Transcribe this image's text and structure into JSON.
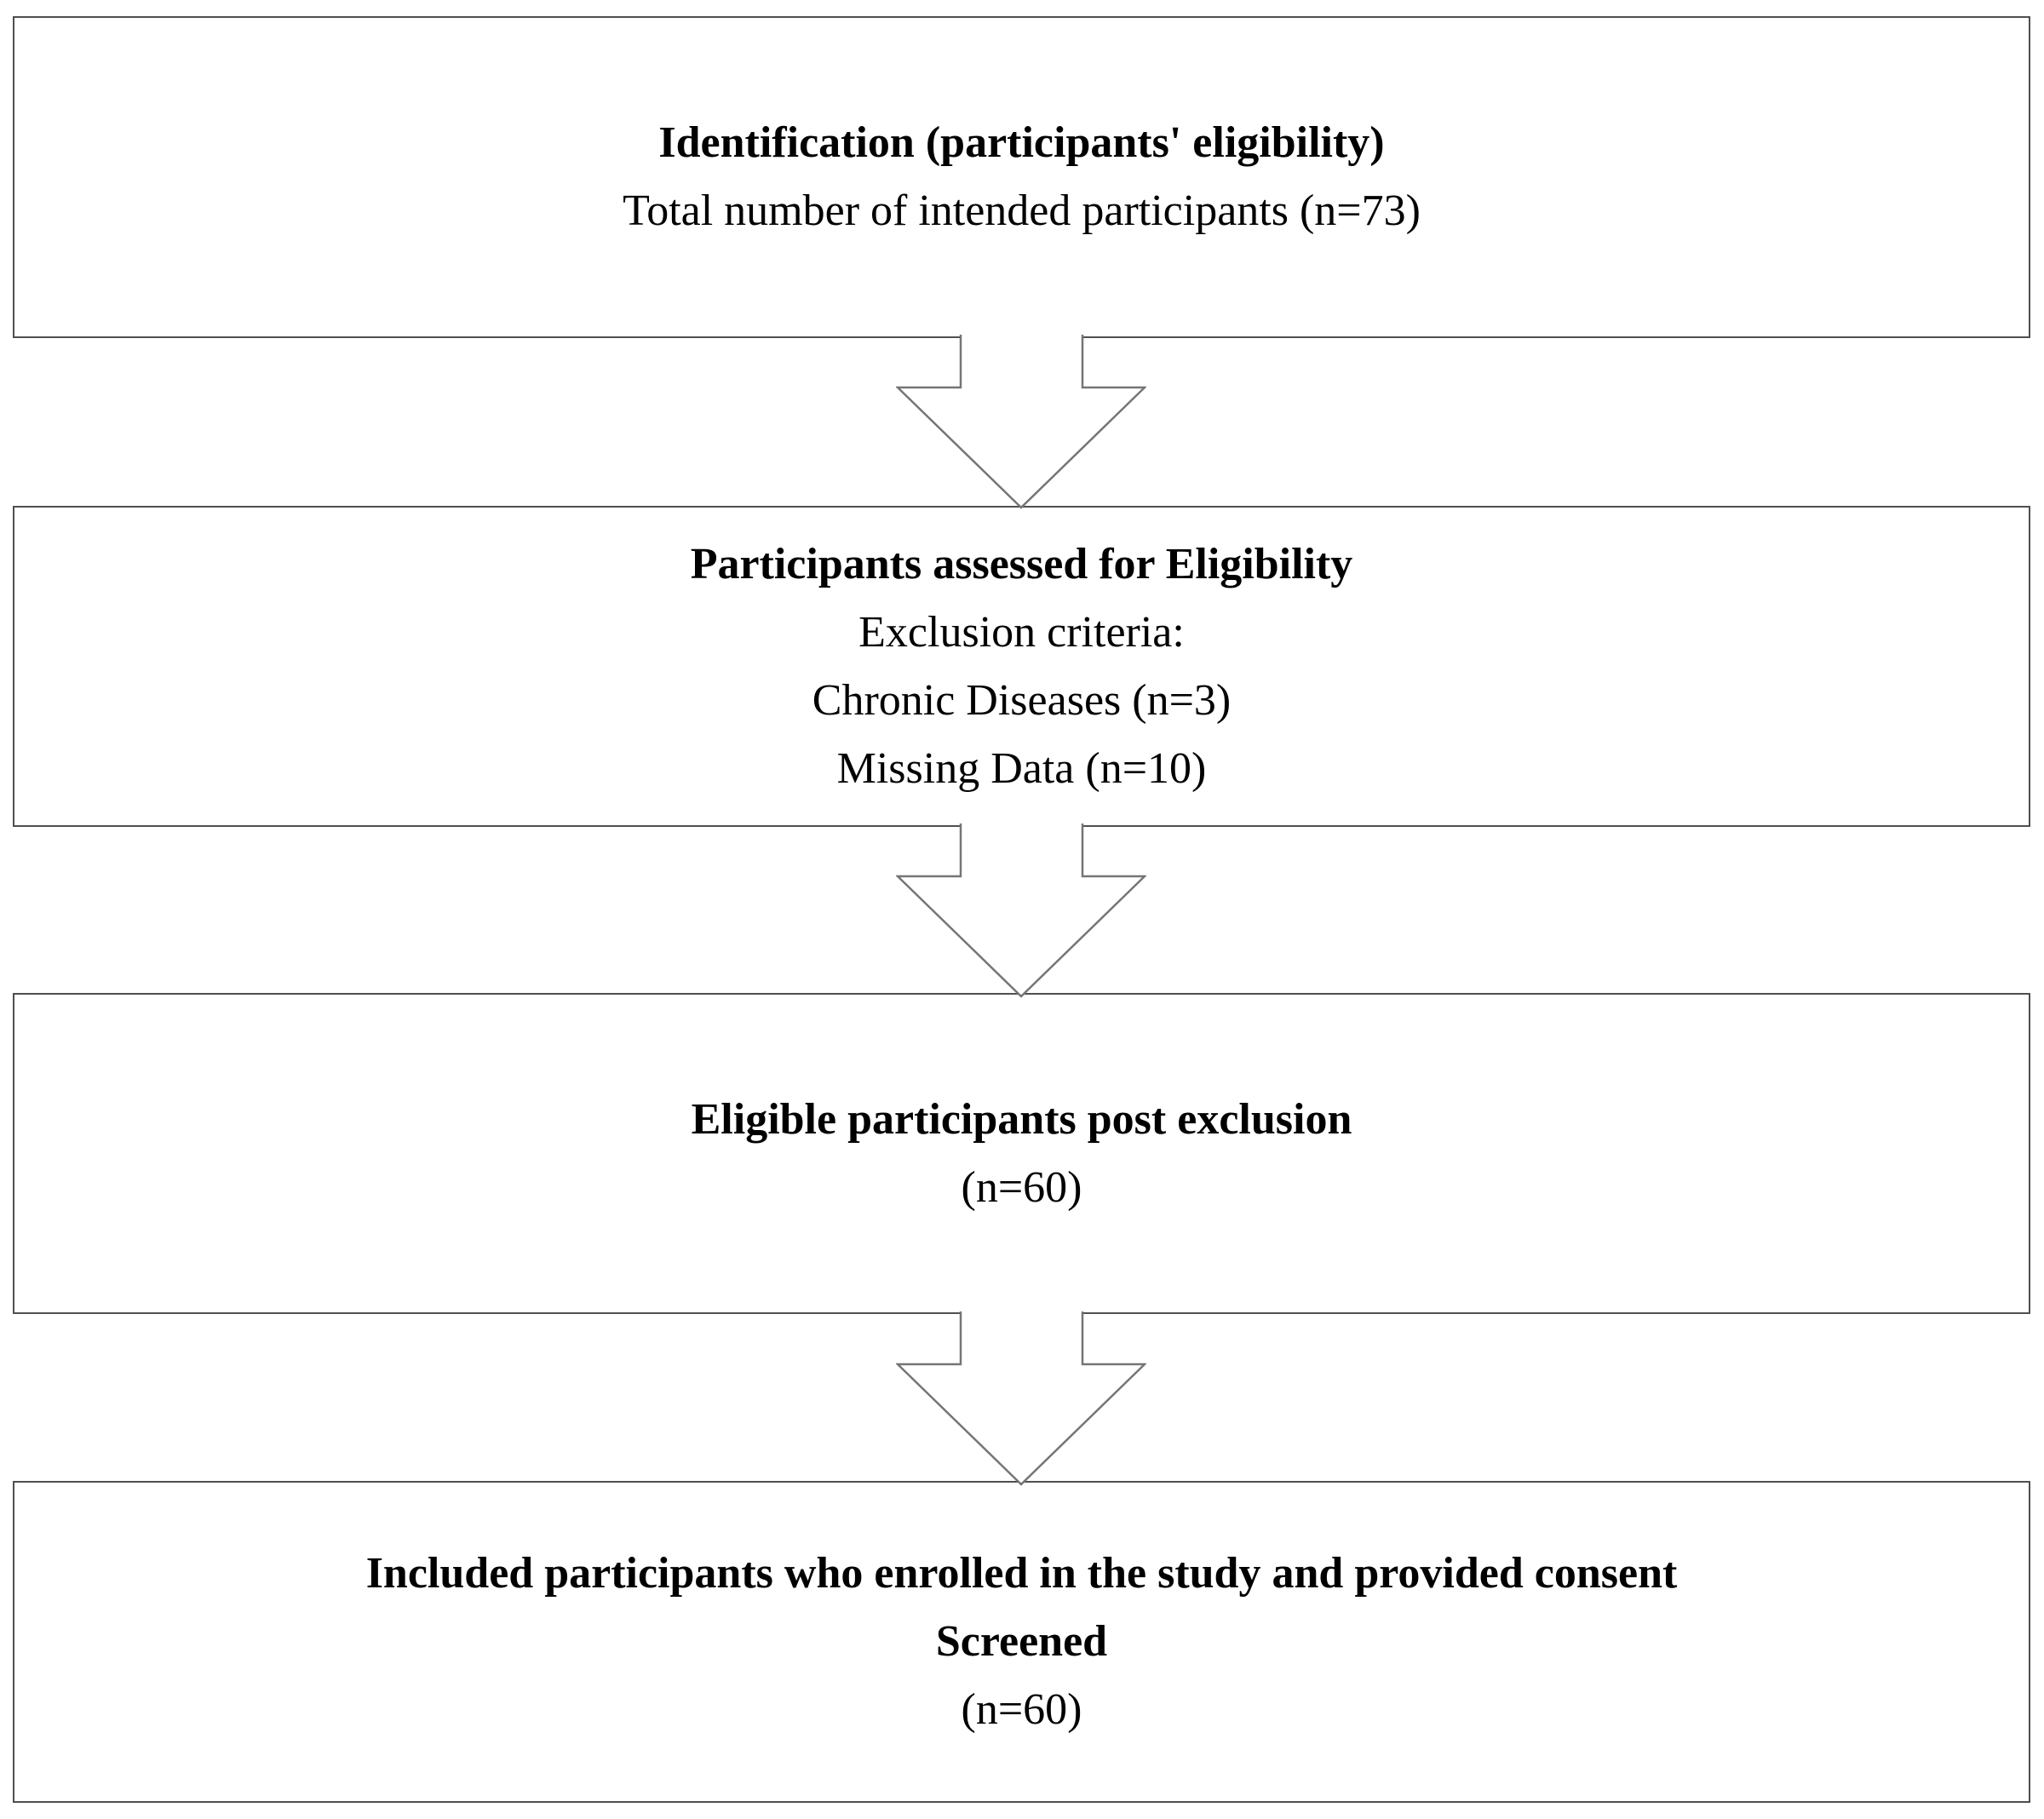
{
  "diagram": {
    "type": "flowchart",
    "direction": "top-down",
    "boxes": [
      {
        "id": "identification",
        "lines": [
          {
            "text": "Identification (participants' eligibility)",
            "bold": true
          },
          {
            "text": "Total number of intended participants (n=73)",
            "bold": false
          }
        ]
      },
      {
        "id": "eligibility-assessment",
        "lines": [
          {
            "text": "Participants assessed for Eligibility",
            "bold": true
          },
          {
            "text": "Exclusion criteria:",
            "bold": false
          },
          {
            "text": "Chronic Diseases (n=3)",
            "bold": false
          },
          {
            "text": "Missing Data (n=10)",
            "bold": false
          }
        ]
      },
      {
        "id": "post-exclusion",
        "lines": [
          {
            "text": "Eligible participants post exclusion",
            "bold": true
          },
          {
            "text": "(n=60)",
            "bold": false
          }
        ]
      },
      {
        "id": "included-enrolled",
        "lines": [
          {
            "text": "Included participants who enrolled in the study and provided consent",
            "bold": true
          },
          {
            "text": "Screened",
            "bold": true
          },
          {
            "text": "(n=60)",
            "bold": false
          }
        ]
      }
    ],
    "arrows": [
      {
        "from": "identification",
        "to": "eligibility-assessment",
        "direction": "down"
      },
      {
        "from": "eligibility-assessment",
        "to": "post-exclusion",
        "direction": "down"
      },
      {
        "from": "post-exclusion",
        "to": "included-enrolled",
        "direction": "down"
      }
    ],
    "counts": {
      "intended_participants": 73,
      "excluded_chronic_diseases": 3,
      "excluded_missing_data": 10,
      "eligible_post_exclusion": 60,
      "enrolled_screened": 60
    },
    "colors": {
      "background": "#ffffff",
      "box_border": "#4f4f4f",
      "arrow_outline": "#757575",
      "text": "#000000"
    }
  }
}
